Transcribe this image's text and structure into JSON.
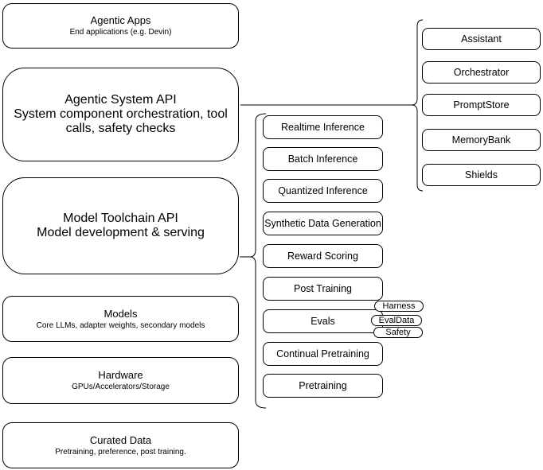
{
  "diagram": {
    "colors": {
      "stroke": "#000000",
      "fill": "#ffffff",
      "text": "#000000"
    },
    "layers": [
      {
        "title": "Agentic Apps",
        "subtitle": "End applications (e.g. Devin)"
      },
      {
        "title": "Agentic System API",
        "subtitle": "System component orchestration, tool calls, safety checks"
      },
      {
        "title": "Model Toolchain API",
        "subtitle": "Model development & serving"
      },
      {
        "title": "Models",
        "subtitle": "Core LLMs, adapter weights, secondary models"
      },
      {
        "title": "Hardware",
        "subtitle": "GPUs/Accelerators/Storage"
      },
      {
        "title": "Curated Data",
        "subtitle": "Pretraining, preference, post training."
      }
    ],
    "toolchain_services": [
      "Realtime Inference",
      "Batch Inference",
      "Quantized Inference",
      "Synthetic Data Generation",
      "Reward Scoring",
      "Post Training",
      "Evals",
      "Continual Pretraining",
      "Pretraining"
    ],
    "eval_tags": [
      "Harness",
      "EvalData",
      "Safety"
    ],
    "system_components": [
      "Assistant",
      "Orchestrator",
      "PromptStore",
      "MemoryBank",
      "Shields"
    ]
  }
}
